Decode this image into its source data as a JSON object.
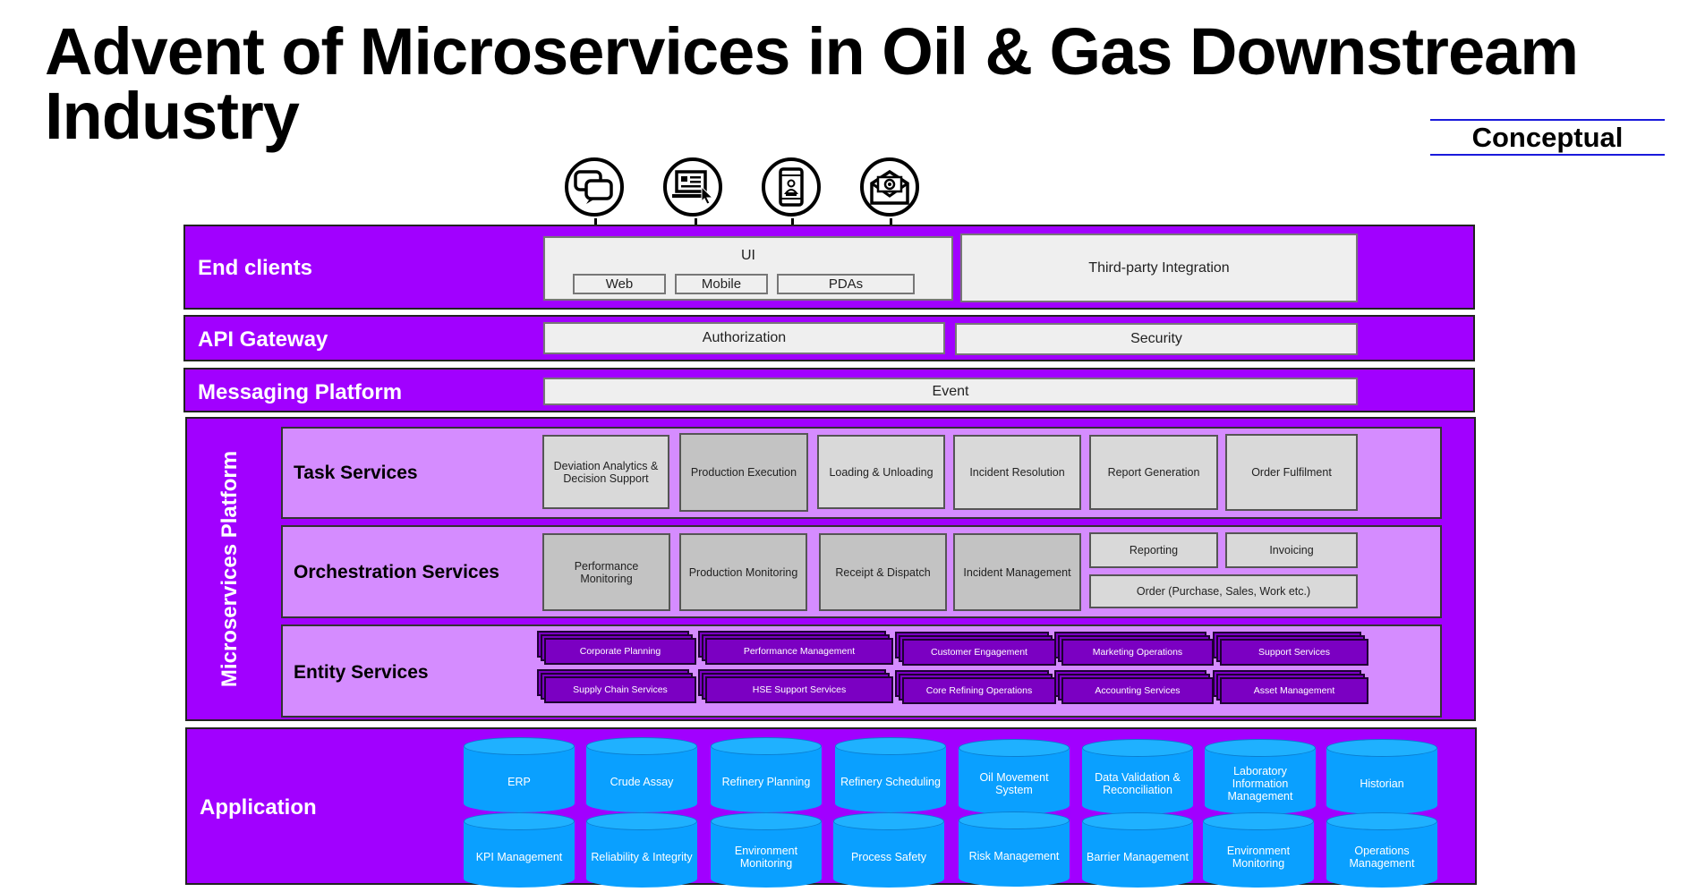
{
  "title": "Advent of Microservices in Oil & Gas Downstream Industry",
  "badge": "Conceptual",
  "icons": [
    "chat-bubbles-icon",
    "laptop-cursor-icon",
    "mobile-phone-icon",
    "email-icon"
  ],
  "colors": {
    "band": "#a100ff",
    "sub_band": "#d58cff",
    "entity": "#7b00c2",
    "app_db": "#0aa0ff"
  },
  "end_clients": {
    "label": "End clients",
    "ui": {
      "label": "UI",
      "channels": [
        "Web",
        "Mobile",
        "PDAs"
      ]
    },
    "third_party": "Third-party Integration"
  },
  "api_gateway": {
    "label": "API Gateway",
    "items": [
      "Authorization",
      "Security"
    ]
  },
  "messaging": {
    "label": "Messaging Platform",
    "event": "Event"
  },
  "microservices": {
    "label": "Microservices Platform",
    "task": {
      "label": "Task Services",
      "items": [
        "Deviation Analytics & Decision Support",
        "Production Execution",
        "Loading & Unloading",
        "Incident Resolution",
        "Report Generation",
        "Order Fulfilment"
      ]
    },
    "orchestration": {
      "label": "Orchestration Services",
      "items": [
        "Performance Monitoring",
        "Production Monitoring",
        "Receipt & Dispatch",
        "Incident Management",
        "Reporting",
        "Invoicing",
        "Order (Purchase, Sales, Work etc.)"
      ]
    },
    "entity": {
      "label": "Entity Services",
      "items": [
        "Corporate Planning",
        "Performance Management",
        "Customer Engagement",
        "Marketing Operations",
        "Support Services",
        "Supply Chain Services",
        "HSE Support Services",
        "Core Refining Operations",
        "Accounting Services",
        "Asset Management"
      ]
    }
  },
  "application": {
    "label": "Application",
    "items": [
      "ERP",
      "Crude Assay",
      "Refinery Planning",
      "Refinery Scheduling",
      "Oil Movement System",
      "Data Validation & Reconciliation",
      "Laboratory Information Management",
      "Historian",
      "KPI Management",
      "Reliability & Integrity",
      "Environment Monitoring",
      "Process Safety",
      "Risk Management",
      "Barrier Management",
      "Environment Monitoring",
      "Operations Management"
    ]
  }
}
